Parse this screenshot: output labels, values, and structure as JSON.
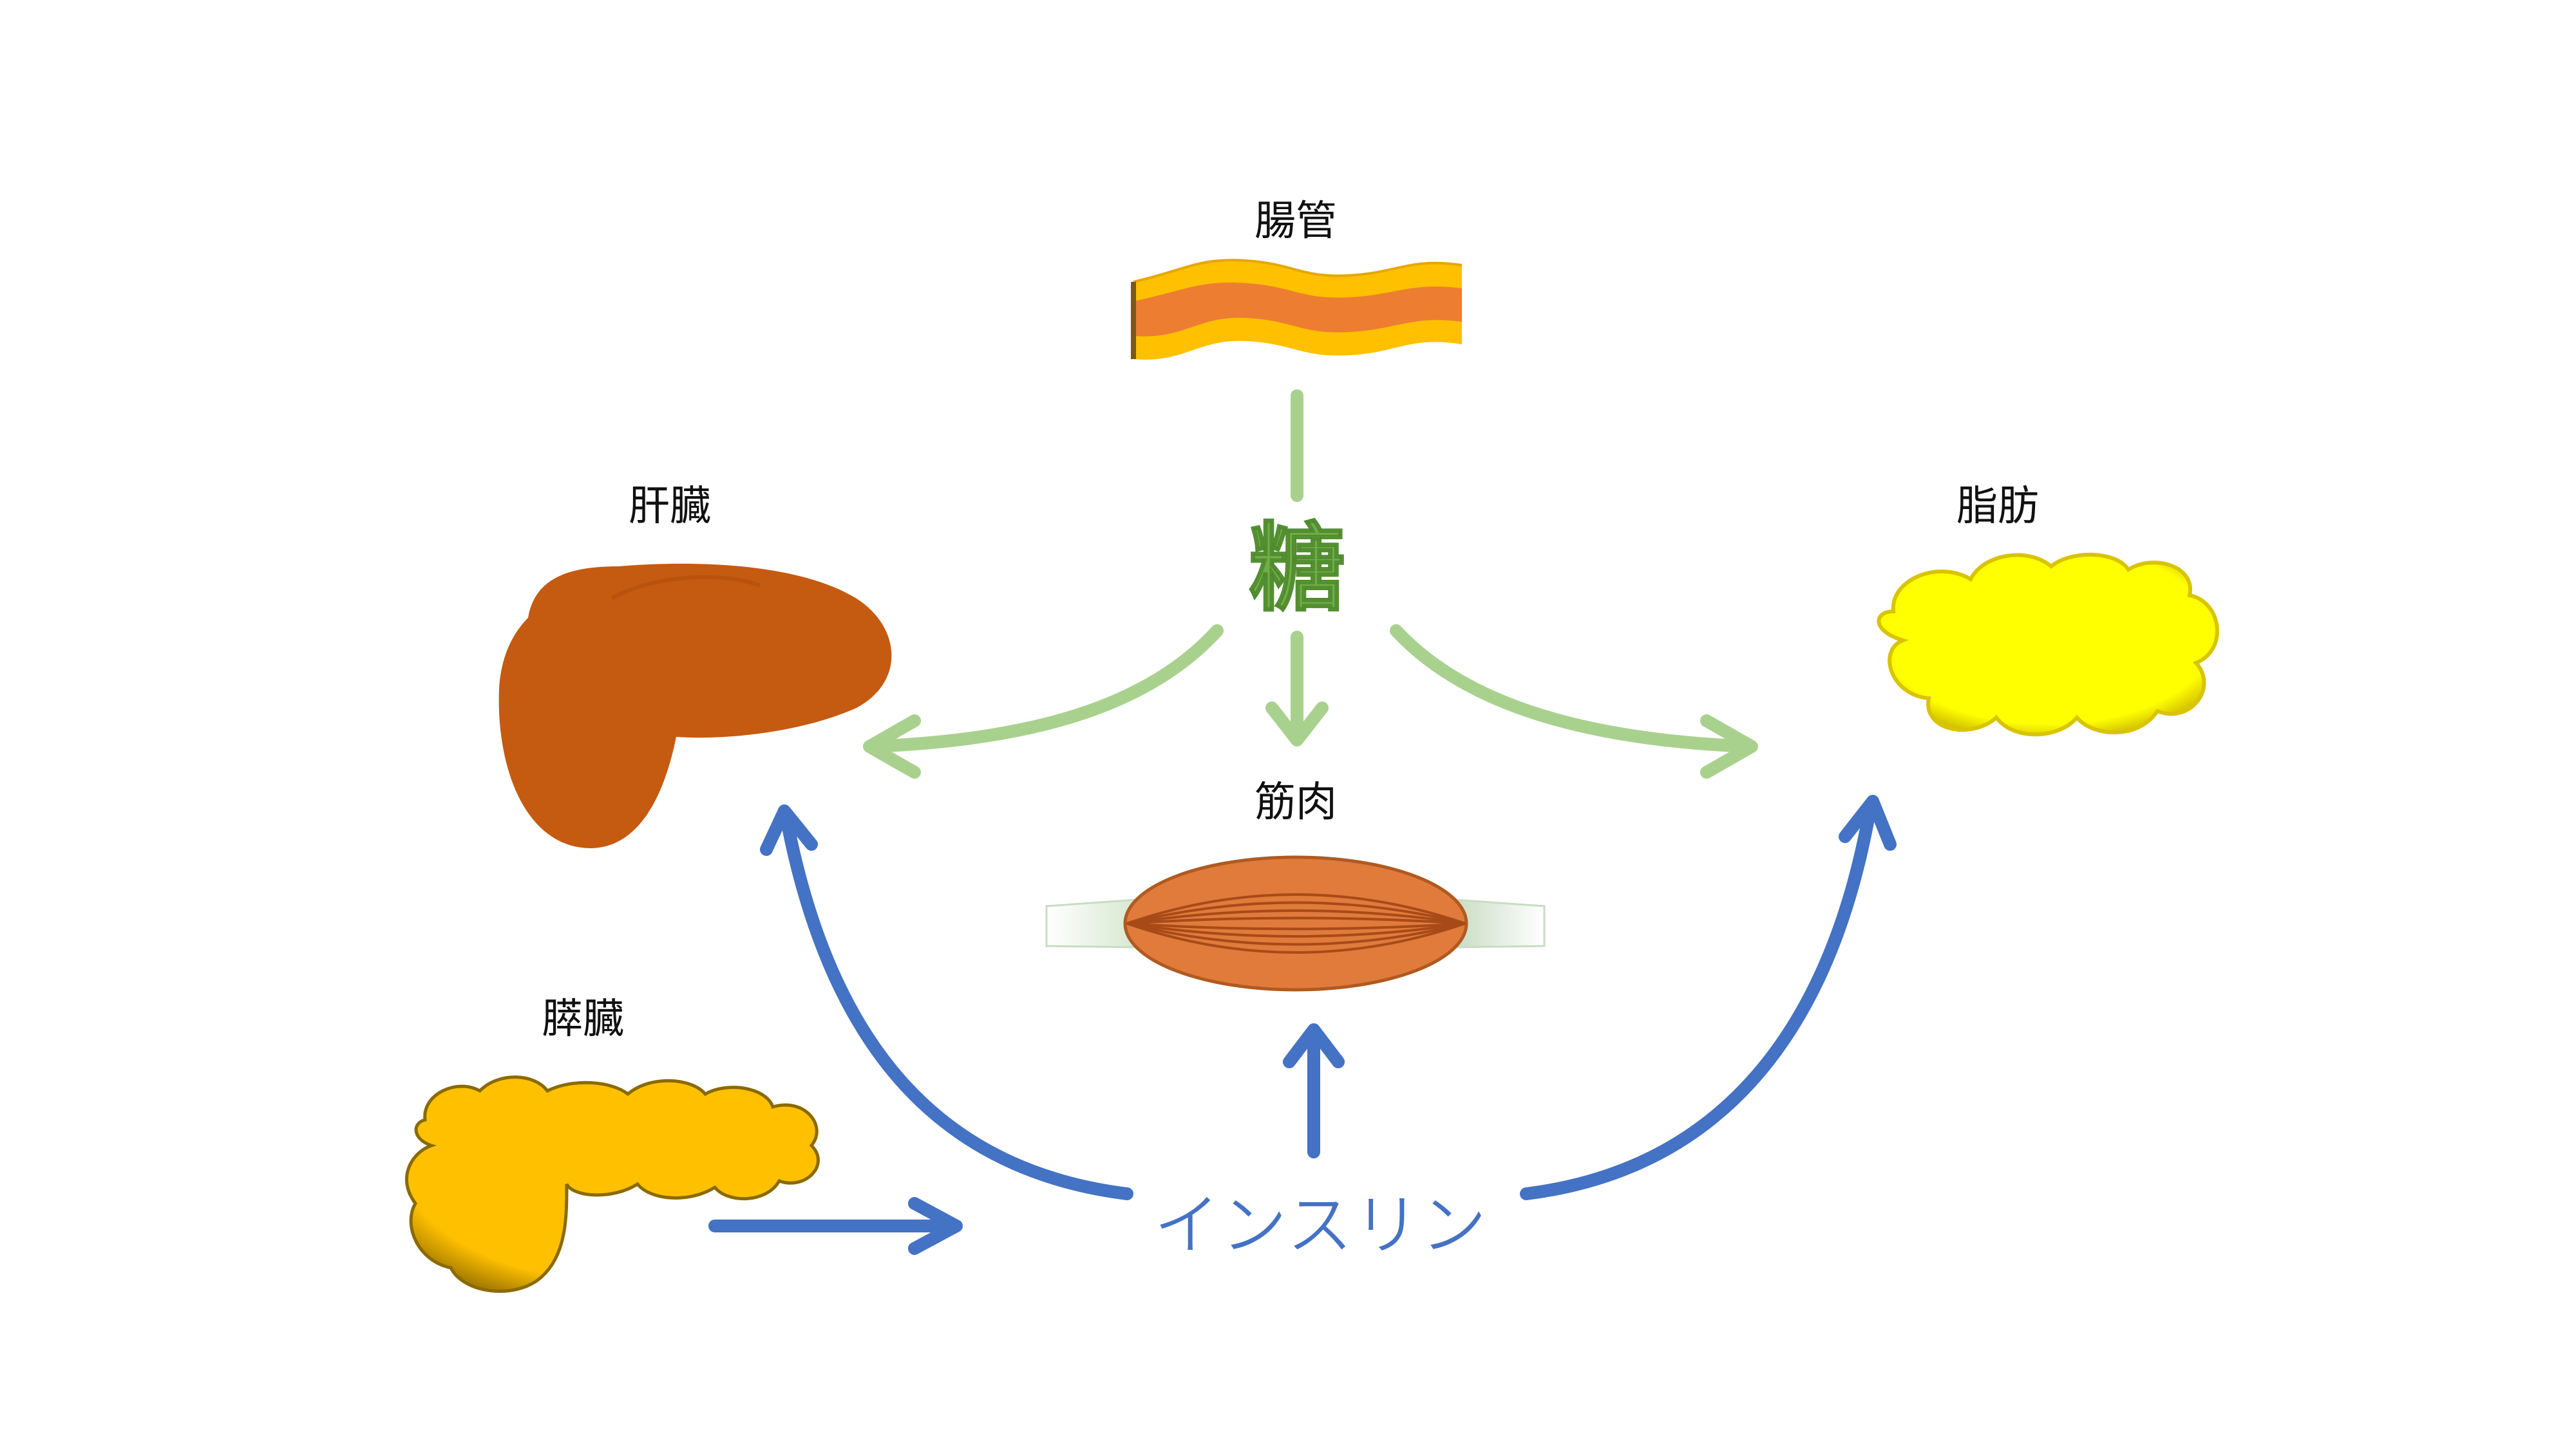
{
  "labels": {
    "intestine": "腸管",
    "liver": "肝臓",
    "fat": "脂肪",
    "muscle": "筋肉",
    "pancreas": "膵臓",
    "sugar": "糖",
    "insulin": "インスリン"
  },
  "colors": {
    "sugar_flow": "#a9d18e",
    "sugar_text": "#70ad47",
    "insulin_flow": "#4472c4",
    "liver": "#c55a11",
    "intestine_outer": "#ffc000",
    "intestine_inner": "#ed7d31",
    "muscle": "#e07b3c",
    "fat": "#ffff00",
    "pancreas": "#ffc000"
  },
  "icons": {
    "intestine": "intestine-icon",
    "liver": "liver-icon",
    "fat": "fat-icon",
    "muscle": "muscle-icon",
    "pancreas": "pancreas-icon"
  },
  "flows": {
    "sugar_from": "intestine",
    "sugar_to": [
      "liver",
      "muscle",
      "fat"
    ],
    "insulin_from": "pancreas",
    "insulin_to": [
      "liver",
      "muscle",
      "fat"
    ]
  }
}
